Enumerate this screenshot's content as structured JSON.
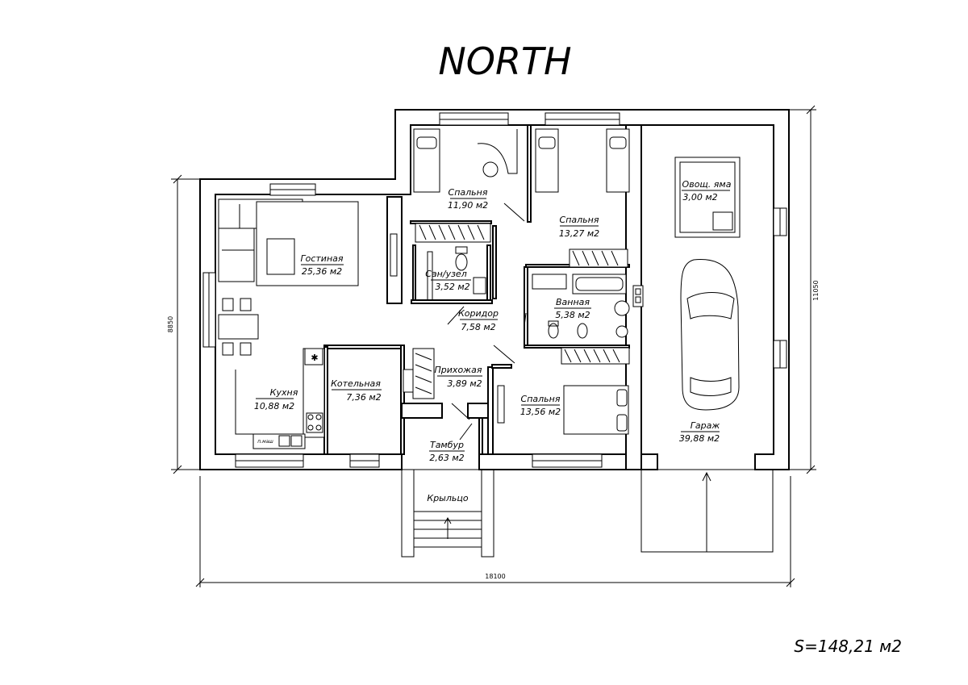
{
  "title": "NORTH",
  "total_area": "S=148,21 м2",
  "dimensions": {
    "width": "18100",
    "left_height": "8850",
    "right_height": "11050"
  },
  "rooms": [
    {
      "id": "bedroom-1",
      "name": "Спальня",
      "area": "11,90 м2"
    },
    {
      "id": "bedroom-2",
      "name": "Спальня",
      "area": "13,27 м2"
    },
    {
      "id": "cellar",
      "name": "Овощ. яма",
      "area": "3,00 м2"
    },
    {
      "id": "living",
      "name": "Гостиная",
      "area": "25,36 м2"
    },
    {
      "id": "wc",
      "name": "Сан/узел",
      "area": "3,52 м2"
    },
    {
      "id": "corridor",
      "name": "Коридор",
      "area": "7,58 м2"
    },
    {
      "id": "bathroom",
      "name": "Ванная",
      "area": "5,38 м2"
    },
    {
      "id": "hall",
      "name": "Прихожая",
      "area": "3,89 м2"
    },
    {
      "id": "kitchen",
      "name": "Кухня",
      "area": "10,88 м2"
    },
    {
      "id": "boiler",
      "name": "Котельная",
      "area": "7,36 м2"
    },
    {
      "id": "bedroom-3",
      "name": "Спальня",
      "area": "13,56 м2"
    },
    {
      "id": "garage",
      "name": "Гараж",
      "area": "39,88 м2"
    },
    {
      "id": "vestibule",
      "name": "Тамбур",
      "area": "2,63 м2"
    }
  ],
  "porch": "Крыльцо",
  "appliance_label": "п.маш"
}
